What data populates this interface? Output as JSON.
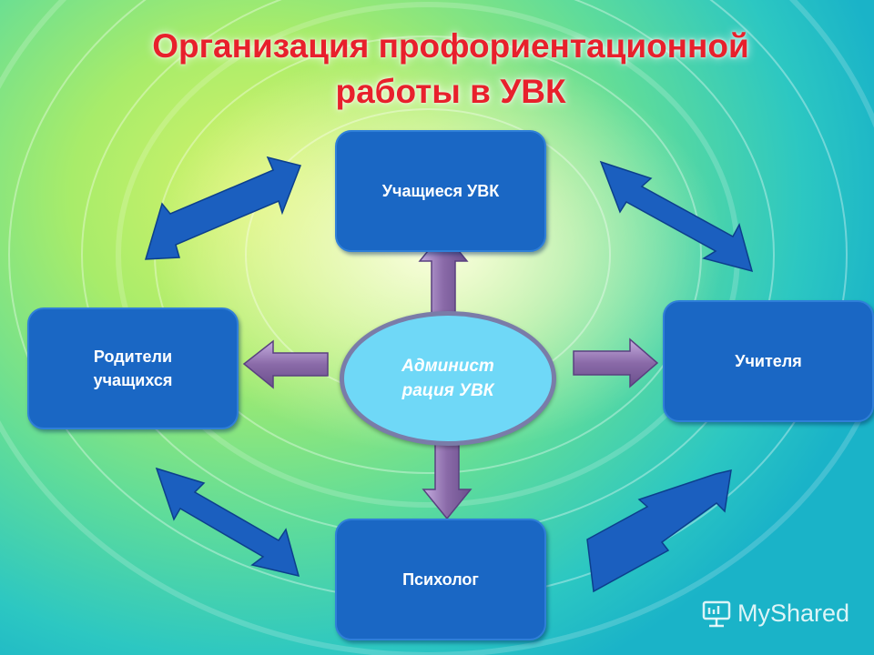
{
  "title_line1": "Организация профориентационной",
  "title_line2": "работы в УВК",
  "center": {
    "line1": "Админист",
    "line2": "рация УВК"
  },
  "nodes": {
    "students": "Учащиеся УВК",
    "parents_line1": "Родители",
    "parents_line2": "учащихся",
    "teachers": "Учителя",
    "psychologist": "Психолог"
  },
  "watermark": "MyShared",
  "colors": {
    "title": "#e8202c",
    "box": "#1a67c4",
    "ellipse": "#6fd8f7",
    "double_arrow": "#1b5fbf",
    "purple_arrow": "#8a6aa8"
  }
}
